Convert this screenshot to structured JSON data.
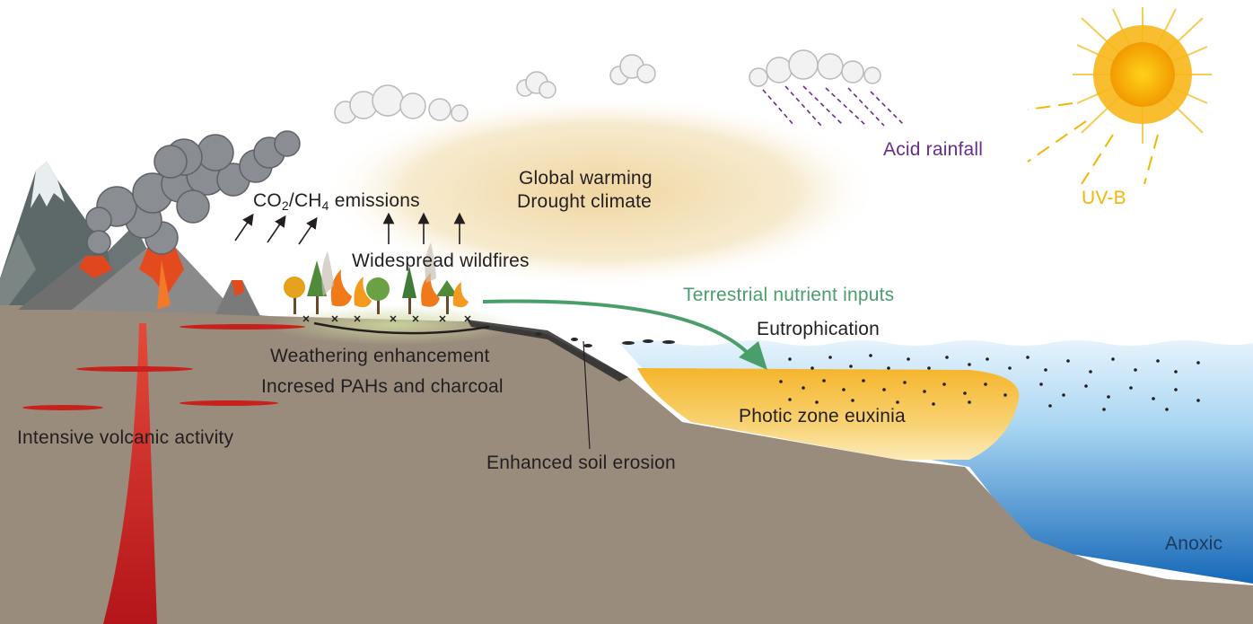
{
  "labels": {
    "co2_pre": "CO",
    "co2_sub": "2",
    "co2_mid": "/CH",
    "ch4_sub": "4",
    "emissions": " emissions",
    "global_warming": "Global warming",
    "drought_climate": "Drought climate",
    "acid_rainfall": "Acid rainfall",
    "uvb": "UV-B",
    "widespread_wildfires": "Widespread wildfires",
    "terrestrial_nutrient_inputs": "Terrestrial nutrient inputs",
    "eutrophication": "Eutrophication",
    "weathering_enhancement": "Weathering enhancement",
    "increased_pahs": "Incresed PAHs and charcoal",
    "photic_zone_euxinia": "Photic zone euxinia",
    "intensive_volcanic_activity": "Intensive volcanic activity",
    "enhanced_soil_erosion": "Enhanced soil erosion",
    "anoxic": "Anoxic"
  },
  "colors": {
    "ground": "#9a8c7d",
    "ocean_top": "#dff0fb",
    "ocean_bottom": "#1a74c4",
    "euxinia": "#f7c64a",
    "warming_glow": "#efd8a0",
    "magma": "#c8201a",
    "acid_rain": "#6a2c8e",
    "uvb": "#f2b705",
    "nutrient_arrow": "#4a9e6a"
  },
  "icons": {
    "sun": "sun-icon",
    "cloud": "cloud-icon",
    "volcano": "volcano-icon",
    "mountain": "mountain-icon",
    "fire": "wildfire-icon",
    "smoke": "smoke-plume-icon"
  }
}
